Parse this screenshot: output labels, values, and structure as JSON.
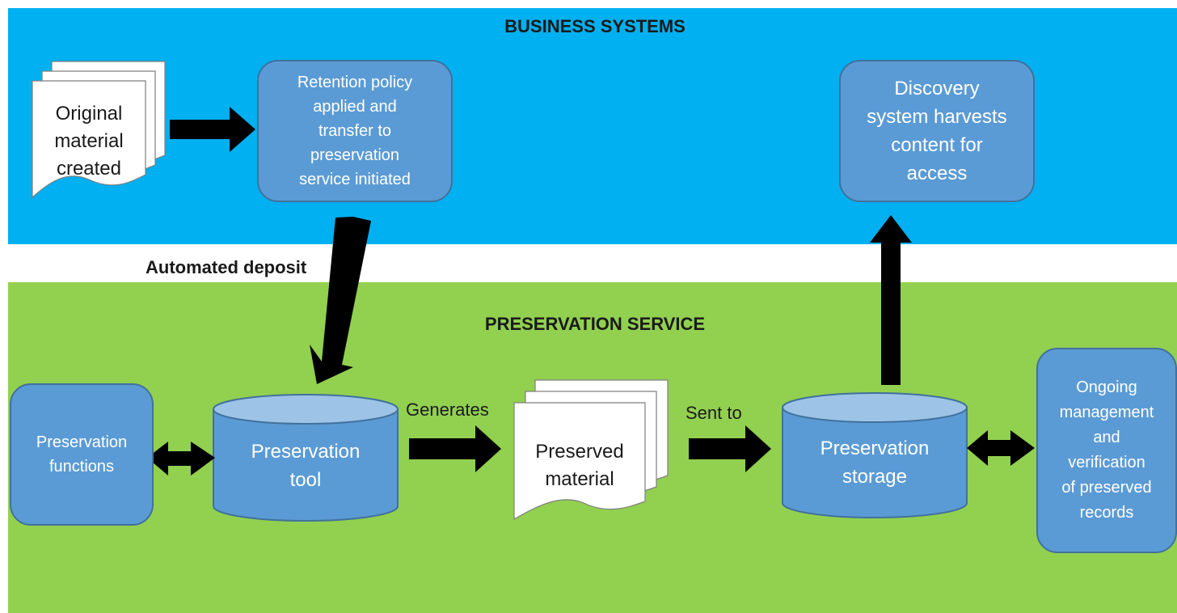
{
  "bands": {
    "business_title": "BUSINESS SYSTEMS",
    "preservation_title": "PRESERVATION SERVICE"
  },
  "nodes": {
    "original_material": "Original\nmaterial\ncreated",
    "retention_policy": "Retention policy\napplied and\ntransfer to\npreservation\nservice initiated",
    "discovery_system": "Discovery\nsystem harvests\ncontent for\naccess",
    "preservation_functions": "Preservation\nfunctions",
    "preservation_tool": "Preservation\ntool",
    "preserved_material": "Preserved\nmaterial",
    "preservation_storage": "Preservation\nstorage",
    "ongoing_management": "Ongoing\nmanagement\nand\nverification\nof preserved\nrecords"
  },
  "edges": {
    "automated_deposit": "Automated deposit",
    "generates": "Generates",
    "sent_to": "Sent to"
  },
  "colors": {
    "business_band": "#00b0f0",
    "preservation_band": "#92d050",
    "box_fill": "#5b9bd5",
    "box_border": "#41719c",
    "arrow": "#000000"
  }
}
